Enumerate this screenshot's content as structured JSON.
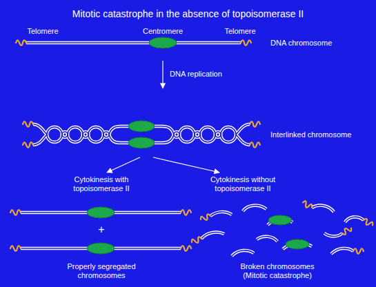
{
  "diagram": {
    "title": "Mitotic catastrophe in the absence of topoisomerase II",
    "labels": [
      "Telomere",
      "Centromere",
      "Telomere",
      "DNA chromosome",
      "DNA replication",
      "Interlinked chromosome",
      "Cytokinesis with topoisomerase II",
      "Cytokinesis without topoisomerase II",
      "+",
      "Properly segregated chromosomes",
      "Broken chromosomes (Mitotic catastrophe)"
    ]
  }
}
